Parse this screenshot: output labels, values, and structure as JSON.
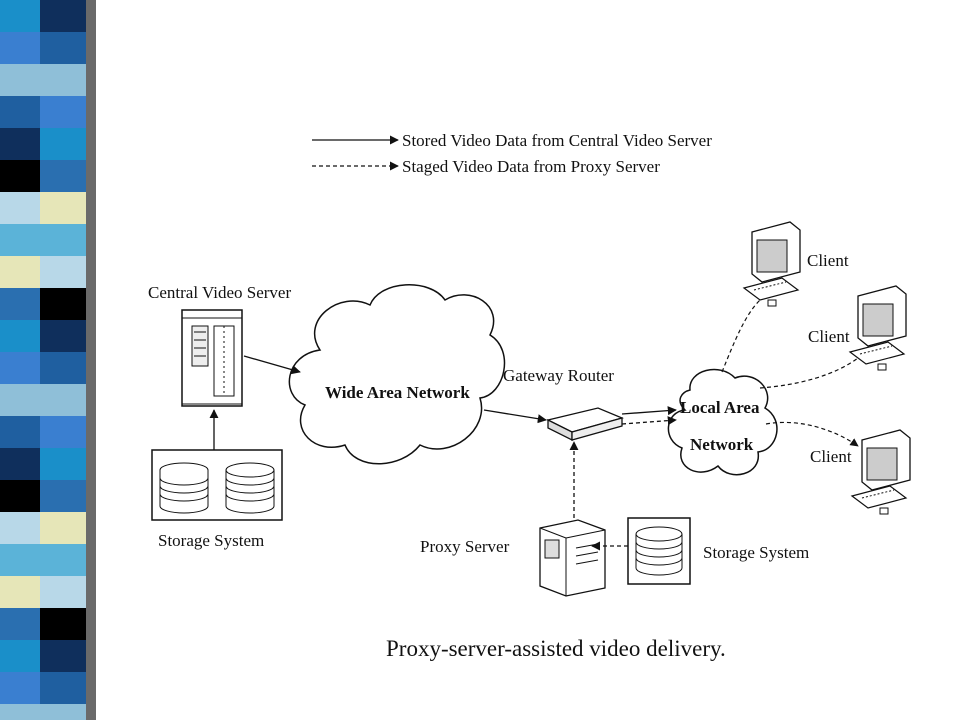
{
  "legend": {
    "solid_label": "Stored Video Data from Central Video Server",
    "dashed_label": "Staged Video Data from Proxy Server"
  },
  "nodes": {
    "central_server": "Central Video Server",
    "storage_left": "Storage System",
    "wan": "Wide Area Network",
    "gateway": "Gateway Router",
    "lan_line1": "Local Area",
    "lan_line2": "Network",
    "proxy_server": "Proxy Server",
    "storage_right": "Storage System",
    "client_1": "Client",
    "client_2": "Client",
    "client_3": "Client"
  },
  "caption": "Proxy-server-assisted video delivery.",
  "colors": {
    "stripe": [
      "#1a8fc9",
      "#5bb3d8",
      "#0f2f5c",
      "#3a7fd0",
      "#e6e6b8",
      "#000000",
      "#8fbfd8",
      "#2a6fb0",
      "#b8d8e8",
      "#1f5fa0"
    ]
  }
}
